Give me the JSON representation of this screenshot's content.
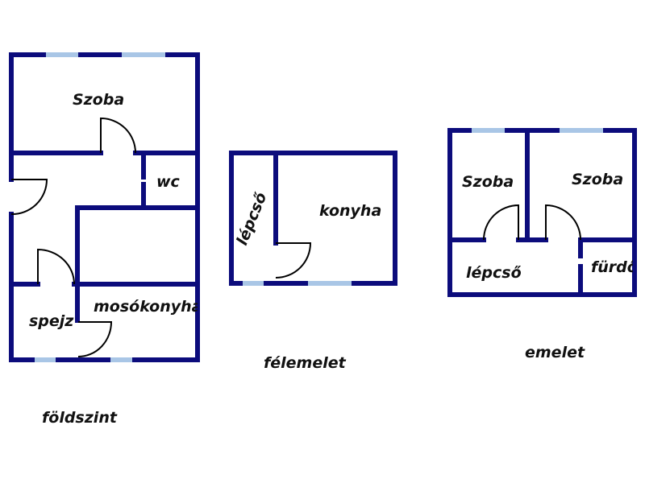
{
  "colors": {
    "wall": "#0c0c7c",
    "window": "#a9c6e6",
    "door": "#000000"
  },
  "floors": {
    "ground": {
      "title": "földszint",
      "rooms": {
        "szoba": "Szoba",
        "wc": "wc",
        "spejz": "spejz",
        "mosokonyha": "mosókonyha"
      }
    },
    "mezzanine": {
      "title": "félemelet",
      "rooms": {
        "lepcso": "lépcső",
        "konyha": "konyha"
      }
    },
    "upper": {
      "title": "emelet",
      "rooms": {
        "szoba1": "Szoba",
        "szoba2": "Szoba",
        "lepcso": "lépcső",
        "furdo": "fürdő"
      }
    }
  }
}
